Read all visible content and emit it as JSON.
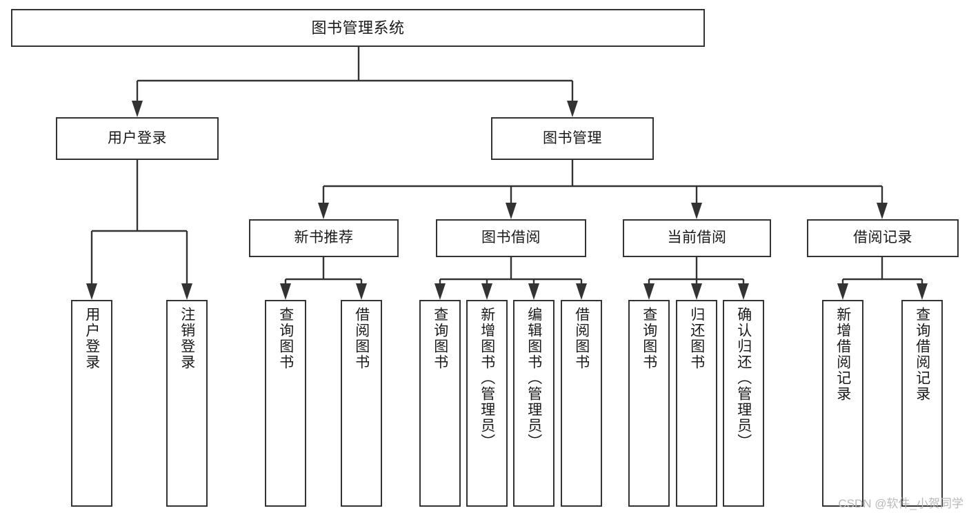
{
  "diagram": {
    "title": "图书管理系统",
    "type": "功能结构图",
    "colors": {
      "box_border": "#333333",
      "box_fill": "#ffffff",
      "connector": "#333333",
      "text": "#1a1a1a",
      "watermark": "#b9b9b9",
      "background": "#ffffff"
    }
  },
  "nodes": {
    "root": {
      "label": "图书管理系统"
    },
    "level2": [
      {
        "id": "user-login",
        "label": "用户登录"
      },
      {
        "id": "book-manage",
        "label": "图书管理"
      }
    ],
    "level3": [
      {
        "id": "new-book-recommend",
        "label": "新书推荐"
      },
      {
        "id": "book-borrow",
        "label": "图书借阅"
      },
      {
        "id": "current-borrow",
        "label": "当前借阅"
      },
      {
        "id": "borrow-record",
        "label": "借阅记录"
      }
    ],
    "leaves": [
      {
        "id": "leaf-user-login",
        "label": "用户登录",
        "parent": "user-login"
      },
      {
        "id": "leaf-logout",
        "label": "注销登录",
        "parent": "user-login"
      },
      {
        "id": "leaf-query-book-1",
        "label": "查询图书",
        "parent": "new-book-recommend"
      },
      {
        "id": "leaf-borrow-book-1",
        "label": "借阅图书",
        "parent": "new-book-recommend"
      },
      {
        "id": "leaf-query-book-2",
        "label": "查询图书",
        "parent": "book-borrow"
      },
      {
        "id": "leaf-add-book",
        "label": "新增图书（管理员）",
        "parent": "book-borrow"
      },
      {
        "id": "leaf-edit-book",
        "label": "编辑图书（管理员）",
        "parent": "book-borrow"
      },
      {
        "id": "leaf-borrow-book-2",
        "label": "借阅图书",
        "parent": "book-borrow"
      },
      {
        "id": "leaf-query-book-3",
        "label": "查询图书",
        "parent": "current-borrow"
      },
      {
        "id": "leaf-return-book",
        "label": "归还图书",
        "parent": "current-borrow"
      },
      {
        "id": "leaf-confirm-return",
        "label": "确认归还（管理员）",
        "parent": "current-borrow"
      },
      {
        "id": "leaf-add-borrow-record",
        "label": "新增借阅记录",
        "parent": "borrow-record"
      },
      {
        "id": "leaf-query-borrow-record",
        "label": "查询借阅记录",
        "parent": "borrow-record"
      }
    ]
  },
  "watermark": {
    "text": "CSDN @软件_小贺同学"
  }
}
